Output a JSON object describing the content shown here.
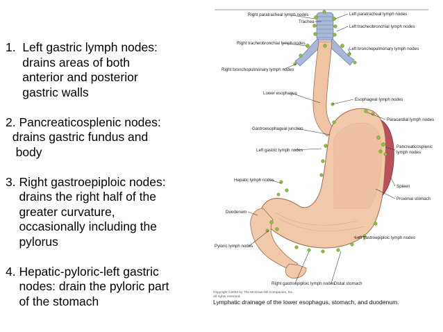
{
  "list": {
    "items": [
      {
        "lines": [
          "1.  Left gastric lymph nodes:",
          "     drains areas of both",
          "     anterior and posterior",
          "     gastric walls"
        ]
      },
      {
        "lines": [
          "2. Pancreaticosplenic nodes:",
          "  drains gastric fundus and",
          "   body"
        ]
      },
      {
        "lines": [
          "3. Right gastroepiploic nodes:",
          "    drains the right half of the",
          "    greater curvature,",
          "    occasionally including the",
          "    pylorus"
        ]
      },
      {
        "lines": [
          "4. Hepatic-pyloric-left gastric",
          "    nodes: drain the pyloric part",
          "    of the stomach"
        ]
      }
    ]
  },
  "figure": {
    "labels": {
      "right_paratracheal": "Right paratracheal lymph nodes",
      "trachea": "Trachea",
      "right_tracheobronchial": "Right tracheobronchial lymph nodes",
      "right_bronchopulmonary": "Right bronchopulmonary lymph nodes",
      "left_paratracheal": "Left paratracheal lymph nodes",
      "left_tracheobronchial": "Left tracheobronchial lymph nodes",
      "left_bronchopulmonary": "Left bronchopulmonary lymph nodes",
      "lower_esophagus": "Lower esophagus",
      "esophageal_lymph": "Esophageal lymph nodes",
      "paracardial": "Paracardial lymph nodes",
      "gastroesophageal": "Gastroesophageal junction",
      "left_gastric": "Left gastric lymph nodes",
      "pancreaticosplenic": "Pancreaticosplenic lymph nodes",
      "hepatic": "Hepatic lymph nodes",
      "spleen": "Spleen",
      "proximal_stomach": "Proximal stomach",
      "duodenum": "Duodenum",
      "pyloric": "Pyloric lymph nodes",
      "left_gastroepiploic": "Left gastroepiploic lymph nodes",
      "right_gastroepiploic": "Right gastroepiploic lymph nodes",
      "distal_stomach": "Distal stomach"
    },
    "copyright_1": "Copyright ©2004 by The McGraw-Hill Companies, Inc.",
    "copyright_2": "All rights reserved.",
    "caption": "Lymphatic drainage of the lower esophagus, stomach, and duodenum."
  },
  "colors": {
    "stomach": "#f2c9a8",
    "stomach_outline": "#9a6a52",
    "esophagus": "#f0c4a3",
    "spleen": "#b9505a",
    "lymph_node": "#8fbf3a",
    "airway": "#a9b7d8"
  }
}
